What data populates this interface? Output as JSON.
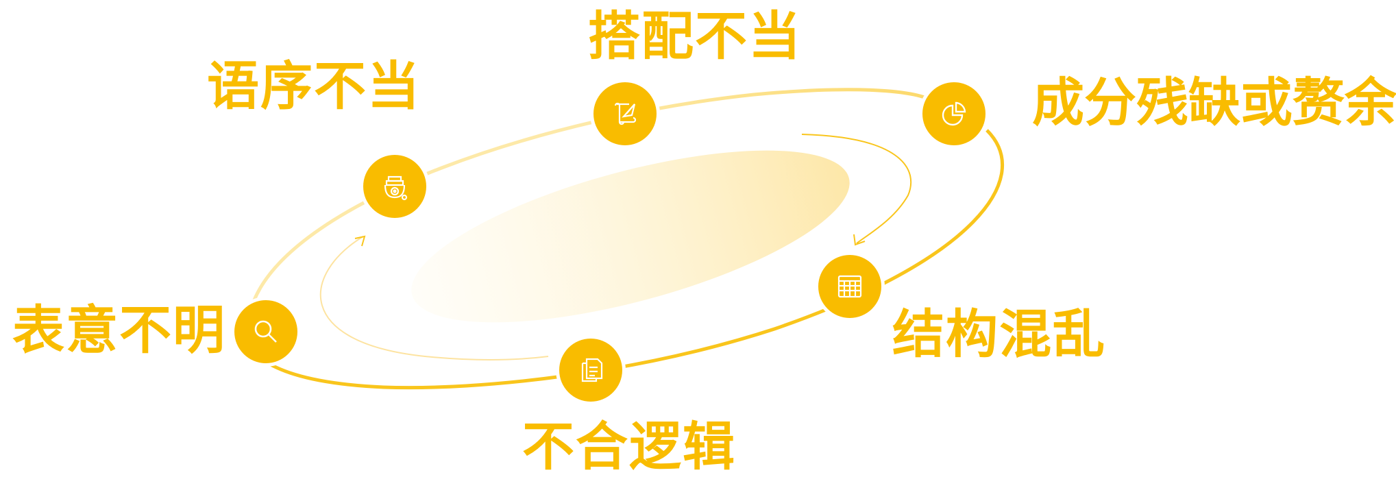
{
  "colors": {
    "accent": "#f9bc00",
    "ring": "#fbd24a",
    "ring_light": "#fde9a8",
    "icon_line": "#ffffff"
  },
  "nodes": [
    {
      "id": "yuxu",
      "label": "语序不当",
      "icon": "bell-icon"
    },
    {
      "id": "dapei",
      "label": "搭配不当",
      "icon": "scroll-quill-icon"
    },
    {
      "id": "chengfen",
      "label": "成分残缺或赘余",
      "icon": "pie-chart-icon"
    },
    {
      "id": "jiegou",
      "label": "结构混乱",
      "icon": "calendar-grid-icon"
    },
    {
      "id": "buhe",
      "label": "不合逻辑",
      "icon": "documents-icon"
    },
    {
      "id": "biaoyi",
      "label": "表意不明",
      "icon": "search-icon"
    }
  ]
}
